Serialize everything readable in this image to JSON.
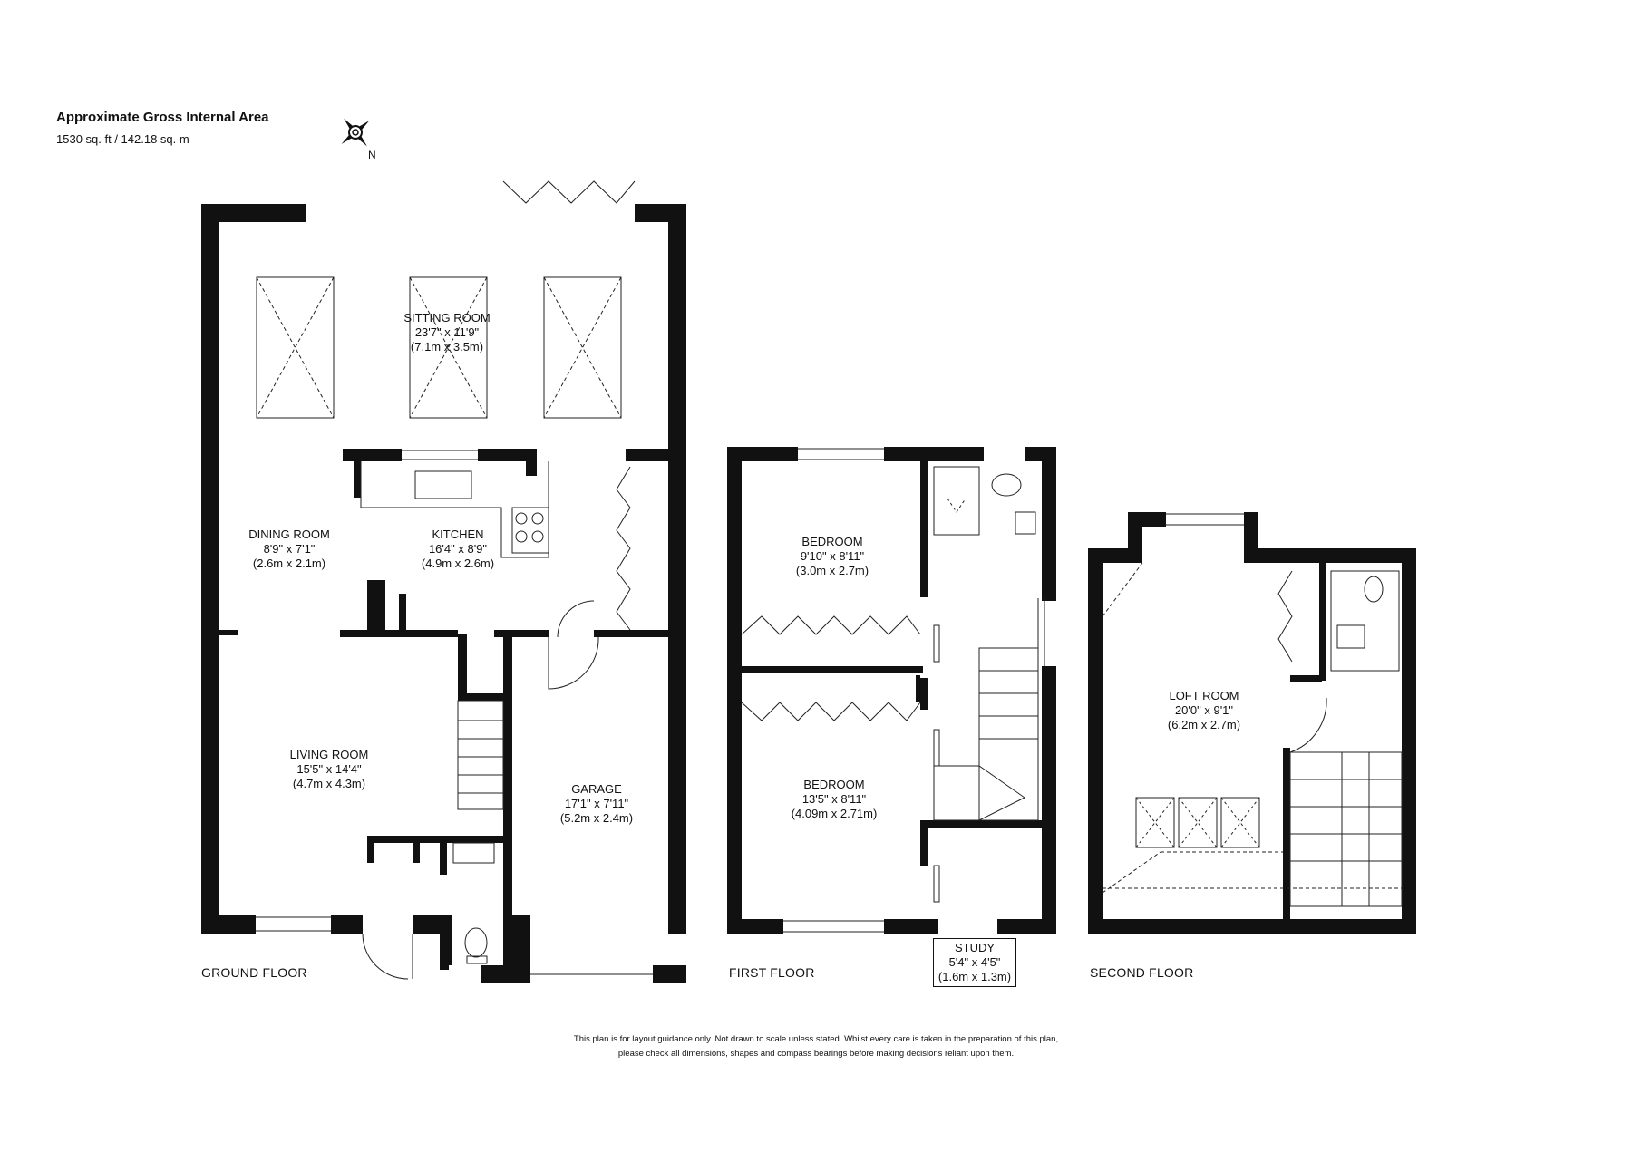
{
  "header": {
    "title": "Approximate Gross Internal Area",
    "area": "1530 sq. ft / 142.18 sq. m"
  },
  "compass": {
    "north_label": "N"
  },
  "floors": {
    "ground": "GROUND FLOOR",
    "first": "FIRST FLOOR",
    "second": "SECOND FLOOR"
  },
  "rooms": {
    "sitting": {
      "name": "SITTING ROOM",
      "imperial": "23'7\" x 11'9\"",
      "metric": "(7.1m x 3.5m)"
    },
    "dining": {
      "name": "DINING ROOM",
      "imperial": "8'9\" x 7'1\"",
      "metric": "(2.6m x 2.1m)"
    },
    "kitchen": {
      "name": "KITCHEN",
      "imperial": "16'4\" x 8'9\"",
      "metric": "(4.9m x 2.6m)"
    },
    "living": {
      "name": "LIVING ROOM",
      "imperial": "15'5\" x 14'4\"",
      "metric": "(4.7m x 4.3m)"
    },
    "garage": {
      "name": "GARAGE",
      "imperial": "17'1\" x 7'11\"",
      "metric": "(5.2m x 2.4m)"
    },
    "bedroom1": {
      "name": "BEDROOM",
      "imperial": "9'10\" x 8'11\"",
      "metric": "(3.0m x 2.7m)"
    },
    "bedroom2": {
      "name": "BEDROOM",
      "imperial": "13'5\" x 8'11\"",
      "metric": "(4.09m x 2.71m)"
    },
    "study": {
      "name": "STUDY",
      "imperial": "5'4\" x 4'5\"",
      "metric": "(1.6m x 1.3m)"
    },
    "loft": {
      "name": "LOFT ROOM",
      "imperial": "20'0\" x 9'1\"",
      "metric": "(6.2m x 2.7m)"
    }
  },
  "disclaimer": {
    "line1": "This plan is for layout guidance only.  Not drawn to scale unless stated. Whilst every care is taken in the preparation of this plan,",
    "line2": "please check all dimensions, shapes and compass bearings before making decisions reliant upon them."
  },
  "colors": {
    "wall": "#111111",
    "line": "#222222"
  }
}
